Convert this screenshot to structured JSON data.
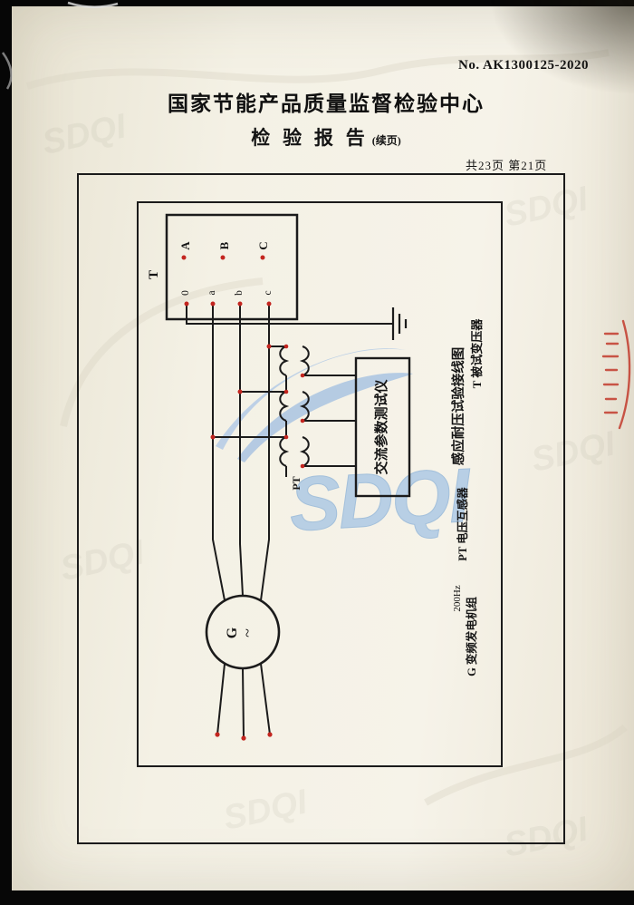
{
  "header": {
    "report_no": "No. AK1300125-2020",
    "center_name": "国家节能产品质量监督检验中心",
    "report_title": "检 验 报 告",
    "report_title_note": "(续页)",
    "page_info": "共23页 第21页"
  },
  "watermark": {
    "logo_text": "SDQI"
  },
  "diagram": {
    "transformer_label": "T",
    "hv_terminals": [
      "A",
      "B",
      "C"
    ],
    "lv_terminals": [
      "0",
      "a",
      "b",
      "c"
    ],
    "pt_label": "PT",
    "tester_label": "交流参数测试仪",
    "generator_label": "G",
    "generator_wave": "~",
    "title": "感应耐压试验接线图",
    "legend_transformer": "T 被试变压器",
    "legend_pt": "PT 电压互感器",
    "legend_generator": "G 变频发电机组",
    "generator_freq": "200Hz"
  },
  "colors": {
    "terminal_dot_red": "#c3251f",
    "seal_red": "#c23a2c",
    "watermark_blue": "#a9c6e4",
    "paper": "#f4f1e5"
  }
}
